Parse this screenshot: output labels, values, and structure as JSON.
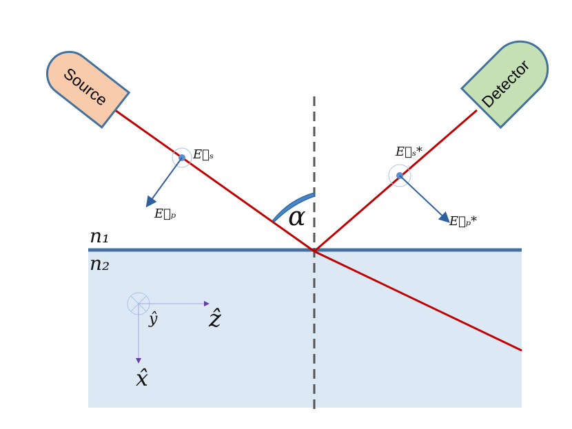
{
  "source": {
    "label": "Source"
  },
  "detector": {
    "label": "Detector"
  },
  "labels": {
    "n1": "n₁",
    "n2": "n₂",
    "alpha": "α",
    "Es": "E⃗ₛ",
    "Ep": "E⃗ₚ",
    "Es_star": "E⃗ₛ*",
    "Ep_star": "E⃗ₚ*",
    "y_hat": "ŷ",
    "z_hat": "ẑ",
    "x_hat": "x̂"
  },
  "colors": {
    "ray": "#c00000",
    "interface": "#45709f",
    "medium2": "#dde8f5",
    "source_fill": "#f8cbad",
    "detector_fill": "#c5e0b4",
    "outline": "#41719c",
    "vector": "#2f5f9f",
    "axis": "#6040a0"
  }
}
